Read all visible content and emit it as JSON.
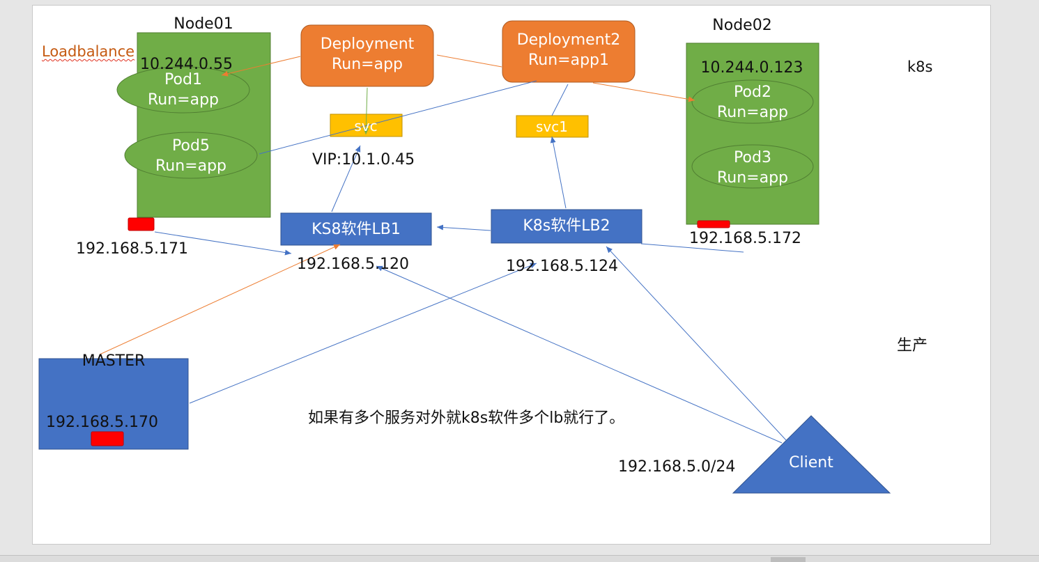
{
  "nodes": {
    "node01": {
      "title": "Node01",
      "ip_internal": "10.244.0.55",
      "ip_host": "192.168.5.171"
    },
    "node02": {
      "title": "Node02",
      "ip_internal": "10.244.0.123",
      "ip_host": "192.168.5.172"
    }
  },
  "pods": {
    "pod1": {
      "name": "Pod1",
      "label": "Run=app"
    },
    "pod5": {
      "name": "Pod5",
      "label": "Run=app"
    },
    "pod2": {
      "name": "Pod2",
      "label": "Run=app"
    },
    "pod3": {
      "name": "Pod3",
      "label": "Run=app"
    }
  },
  "deployments": {
    "deployment1": {
      "name": "Deployment",
      "label": "Run=app"
    },
    "deployment2": {
      "name": "Deployment2",
      "label": "Run=app1"
    }
  },
  "services": {
    "svc": {
      "name": "svc",
      "vip": "VIP:10.1.0.45"
    },
    "svc1": {
      "name": "svc1"
    }
  },
  "load_balancers": {
    "lb1": {
      "name": "KS8软件LB1",
      "ip": "192.168.5.120"
    },
    "lb2": {
      "name": "K8s软件LB2",
      "ip": "192.168.5.124"
    }
  },
  "master": {
    "name": "MASTER",
    "ip": "192.168.5.170"
  },
  "client": {
    "name": "Client",
    "subnet": "192.168.5.0/24"
  },
  "labels": {
    "loadbalance": "Loadbalance",
    "k8s": "k8s",
    "production": "生产",
    "note": "如果有多个服务对外就k8s软件多个lb就行了。"
  },
  "colors": {
    "node_green": "#70ad47",
    "deployment_orange": "#ed7d31",
    "svc_yellow": "#ffc000",
    "lb_blue": "#4472c4",
    "nic_red": "#ff0000",
    "connector_blue": "#4472c4",
    "connector_orange": "#ed7d31",
    "loadbalance_text": "#c55a11"
  }
}
